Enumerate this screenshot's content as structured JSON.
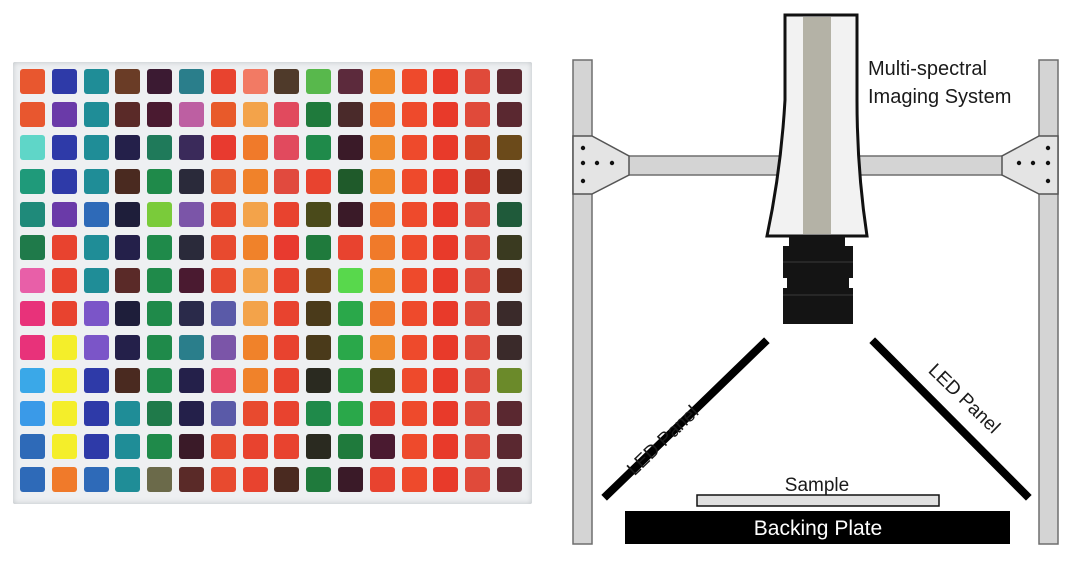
{
  "labels": {
    "camera_line1": "Multi-spectral",
    "camera_line2": "Imaging System",
    "led_left": "LED Panel",
    "led_right": "LED Panel",
    "sample": "Sample",
    "backing_plate": "Backing Plate"
  },
  "colors": {
    "frame": "#d4d4d4",
    "frame_stroke": "#6e6e6e",
    "camera_body": "#f2f2f2",
    "camera_stripe": "#b4b2a6",
    "lens": "#141414",
    "led_panel": "#000000",
    "backing_plate": "#000000",
    "backing_text": "#ffffff",
    "sample_fill": "#e0e0e0"
  },
  "patch_grid": {
    "rows": 13,
    "cols": 16,
    "colors": [
      [
        "#e8572f",
        "#2e3aa8",
        "#1f8d97",
        "#6a3c26",
        "#3b1a32",
        "#2a7e8b",
        "#e8432f",
        "#f27a64",
        "#4f3a2a",
        "#58b84c",
        "#5c2a3c",
        "#f08a2a",
        "#ee4a2c",
        "#e83a2a",
        "#e04a3a",
        "#5a2830"
      ],
      [
        "#e8572f",
        "#6a3aa8",
        "#1f8d97",
        "#5a2a28",
        "#4a1a30",
        "#bd5fa2",
        "#e85a2a",
        "#f3a34a",
        "#e14a5e",
        "#1f7a3c",
        "#4a2a2a",
        "#f07a2a",
        "#ee4a2c",
        "#e83a2a",
        "#e04a3a",
        "#5a2830"
      ],
      [
        "#5fd6c8",
        "#2e3aa8",
        "#1f8d97",
        "#24204a",
        "#1f7a5a",
        "#3a2a5a",
        "#e83a2f",
        "#f07a2a",
        "#e14a5e",
        "#1f8a4a",
        "#3a1a28",
        "#f08a2a",
        "#ee4a2c",
        "#e83a2a",
        "#d9442c",
        "#6b4a1a"
      ],
      [
        "#1f9a7a",
        "#2e3aa8",
        "#1f8d97",
        "#4a2a20",
        "#1f8a4a",
        "#2a2a3a",
        "#e85a2f",
        "#f0822a",
        "#e14a3e",
        "#e8432f",
        "#1f5a2a",
        "#f08a2a",
        "#ee4a2c",
        "#e83a2a",
        "#d03a2a",
        "#3a2a20"
      ],
      [
        "#1f8a7a",
        "#6a3aa8",
        "#2e6ab8",
        "#1e1e3a",
        "#7acb3a",
        "#7b55a8",
        "#e84a2f",
        "#f3a34a",
        "#e8432f",
        "#4a4a1a",
        "#3a1a28",
        "#f07a2a",
        "#ee4a2c",
        "#e83a2a",
        "#e04a3a",
        "#1f5a3a"
      ],
      [
        "#1f7a4a",
        "#e8432f",
        "#1f8d97",
        "#24204a",
        "#1f8a4a",
        "#2a2a3a",
        "#e84a2f",
        "#f0822a",
        "#e83a2f",
        "#1f7a3c",
        "#e8432f",
        "#f07a2a",
        "#ee4a2c",
        "#e83a2a",
        "#e04a3a",
        "#3a3a20"
      ],
      [
        "#e85fa8",
        "#e8432f",
        "#1f8d97",
        "#5a2a28",
        "#1f8a4a",
        "#4a1a30",
        "#e84a2f",
        "#f3a34a",
        "#e8432f",
        "#6b4a1a",
        "#58d84c",
        "#f08a2a",
        "#ee4a2c",
        "#e83a2a",
        "#e04a3a",
        "#4a2a20"
      ],
      [
        "#e8327a",
        "#e8432f",
        "#7b55c8",
        "#1e1e3a",
        "#1f8a4a",
        "#2a2a4a",
        "#5a5aa8",
        "#f3a34a",
        "#e8432f",
        "#4a3a1a",
        "#2aa84a",
        "#f07a2a",
        "#ee4a2c",
        "#e83a2a",
        "#e04a3a",
        "#3a2a2a"
      ],
      [
        "#e8327a",
        "#f4ee2a",
        "#7b55c8",
        "#24204a",
        "#1f8a4a",
        "#2a7e8b",
        "#7b55a8",
        "#f0822a",
        "#e8432f",
        "#4a3a1a",
        "#2aa84a",
        "#f08a2a",
        "#ee4a2c",
        "#e83a2a",
        "#e04a3a",
        "#3a2a2a"
      ],
      [
        "#3aa8e8",
        "#f4ee2a",
        "#2e3aa8",
        "#4a2a20",
        "#1f8a4a",
        "#24204a",
        "#e84a6a",
        "#f0822a",
        "#e8432f",
        "#2a2a20",
        "#2aa84a",
        "#4a4a1a",
        "#ee4a2c",
        "#e83a2a",
        "#e04a3a",
        "#6b8a2a"
      ],
      [
        "#3a9ae8",
        "#f4ee2a",
        "#2e3aa8",
        "#1f8d97",
        "#1f7a4a",
        "#24204a",
        "#5a5aa8",
        "#e84a2f",
        "#e8432f",
        "#1f8a4a",
        "#2aa84a",
        "#e8432f",
        "#ee4a2c",
        "#e83a2a",
        "#e04a3a",
        "#5a2830"
      ],
      [
        "#2e6ab8",
        "#f4ee2a",
        "#2e3aa8",
        "#1f8d97",
        "#1f8a4a",
        "#3a1a28",
        "#e84a2f",
        "#e8432f",
        "#e8432f",
        "#2a2a20",
        "#1f7a3c",
        "#4a1a30",
        "#ee4a2c",
        "#e83a2a",
        "#e04a3a",
        "#5a2830"
      ],
      [
        "#2e6ab8",
        "#f07a2a",
        "#2e6ab8",
        "#1f8d97",
        "#6b6a4a",
        "#5a2a28",
        "#e84a2f",
        "#e8432f",
        "#4a2a20",
        "#1f7a3c",
        "#3a1a28",
        "#e8432f",
        "#ee4a2c",
        "#e83a2a",
        "#e04a3a",
        "#5a2830"
      ]
    ]
  }
}
